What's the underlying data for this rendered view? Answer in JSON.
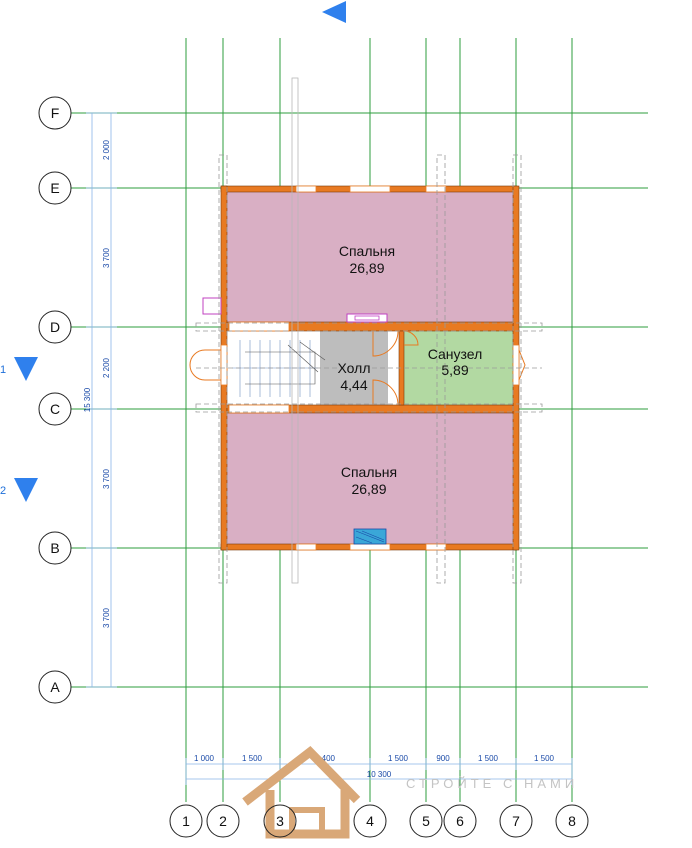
{
  "grid_rows": [
    {
      "id": "row-f",
      "label": "F"
    },
    {
      "id": "row-e",
      "label": "E"
    },
    {
      "id": "row-d",
      "label": "D"
    },
    {
      "id": "row-c",
      "label": "C"
    },
    {
      "id": "row-b",
      "label": "B"
    },
    {
      "id": "row-a",
      "label": "A"
    }
  ],
  "grid_columns": [
    {
      "id": "col-1",
      "label": "1"
    },
    {
      "id": "col-2",
      "label": "2"
    },
    {
      "id": "col-3",
      "label": "3"
    },
    {
      "id": "col-4",
      "label": "4"
    },
    {
      "id": "col-5",
      "label": "5"
    },
    {
      "id": "col-6",
      "label": "6"
    },
    {
      "id": "col-7",
      "label": "7"
    },
    {
      "id": "col-8",
      "label": "8"
    }
  ],
  "dimensions": {
    "vertical": [
      "2 000",
      "3 700",
      "2 200",
      "3 700",
      "3 700"
    ],
    "vertical_total": "15 300",
    "horizontal": [
      "1 000",
      "1 500",
      "2 400",
      "1 500",
      "900",
      "1 500",
      "1 500"
    ],
    "horizontal_total": "10 300"
  },
  "rooms": {
    "bedroom_top": {
      "name": "Спальня",
      "area": "26,89"
    },
    "hall": {
      "name": "Холл",
      "area": "4,44"
    },
    "bathroom": {
      "name": "Санузел",
      "area": "5,89"
    },
    "bedroom_bottom": {
      "name": "Спальня",
      "area": "26,89"
    }
  },
  "section_markers": [
    "1",
    "2"
  ],
  "watermark": {
    "text": "СТРОЙТЕ С НАМИ"
  },
  "colors": {
    "grid_line": "#2e9e3e",
    "wall": "#e87a22",
    "bedroom_fill": "#d9afc4",
    "bathroom_fill": "#b2d9a2",
    "hall_fill": "#bdbdbd",
    "dimension": "#1a4aa8",
    "marker": "#2f80ed",
    "logo": "#d9a878"
  }
}
